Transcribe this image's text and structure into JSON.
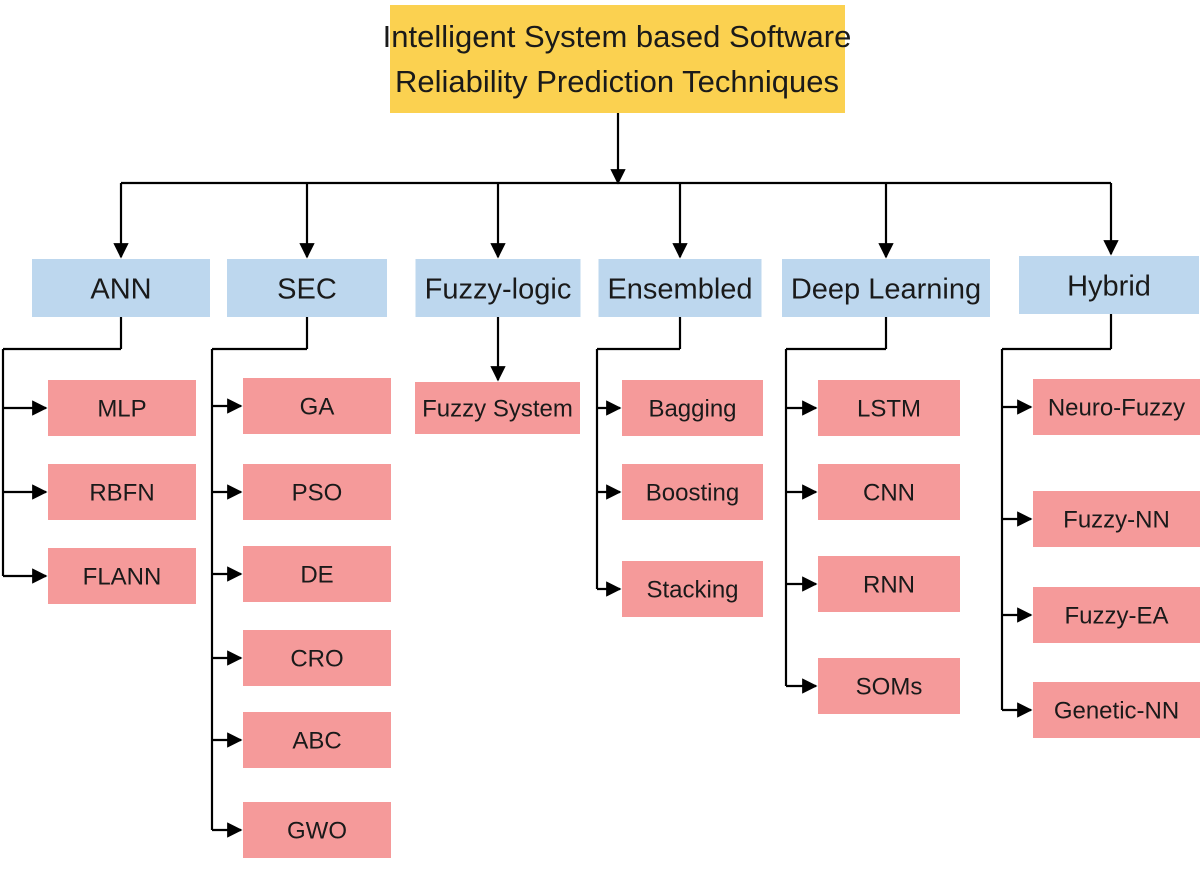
{
  "root": {
    "lines": [
      "Intelligent System based Software",
      "Reliability Prediction Techniques"
    ]
  },
  "categories": [
    {
      "id": "ann",
      "label": "ANN",
      "children": [
        "MLP",
        "RBFN",
        "FLANN"
      ]
    },
    {
      "id": "sec",
      "label": "SEC",
      "children": [
        "GA",
        "PSO",
        "DE",
        "CRO",
        "ABC",
        "GWO"
      ]
    },
    {
      "id": "fuzzy",
      "label": "Fuzzy-logic",
      "children": [
        "Fuzzy System"
      ]
    },
    {
      "id": "ensembled",
      "label": "Ensembled",
      "children": [
        "Bagging",
        "Boosting",
        "Stacking"
      ]
    },
    {
      "id": "deep",
      "label": "Deep Learning",
      "children": [
        "LSTM",
        "CNN",
        "RNN",
        "SOMs"
      ]
    },
    {
      "id": "hybrid",
      "label": "Hybrid",
      "children": [
        "Neuro-Fuzzy",
        "Fuzzy-NN",
        "Fuzzy-EA",
        "Genetic-NN"
      ]
    }
  ],
  "colors": {
    "root_fill": "#fbd150",
    "category_fill": "#bdd7ee",
    "leaf_fill": "#f59a9a",
    "line": "#000000",
    "text": "#1a1a1a"
  }
}
